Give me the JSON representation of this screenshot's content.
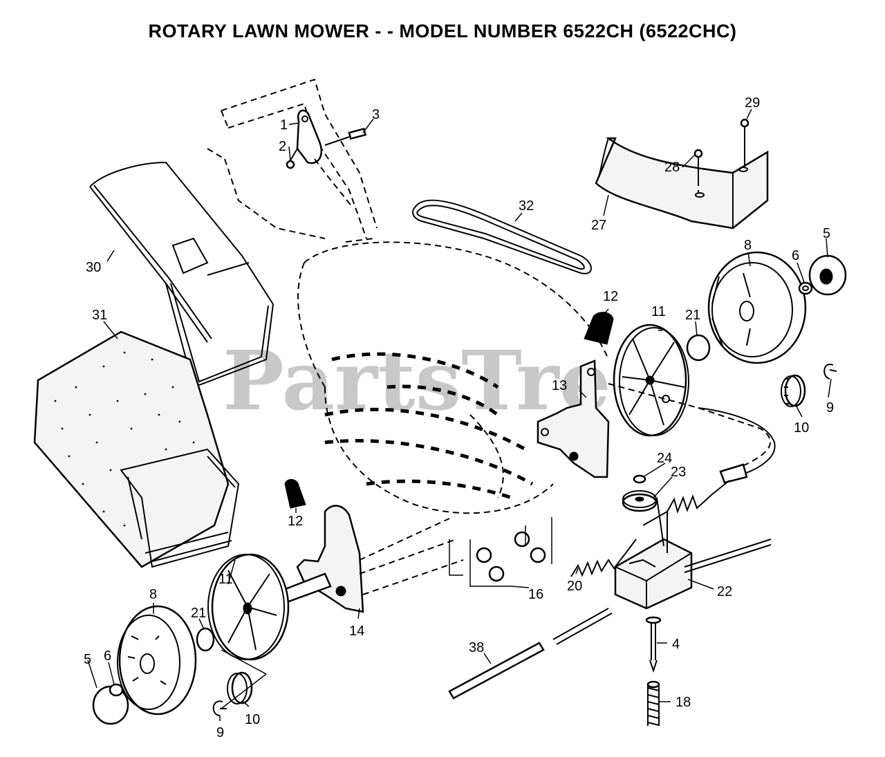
{
  "title": "ROTARY LAWN MOWER - - MODEL NUMBER 6522CH (6522CHC)",
  "watermark": "PartsTree",
  "watermark_mark": "™",
  "callouts": [
    {
      "id": "c1",
      "label": "1"
    },
    {
      "id": "c2",
      "label": "2"
    },
    {
      "id": "c3",
      "label": "3"
    },
    {
      "id": "c29",
      "label": "29"
    },
    {
      "id": "c28",
      "label": "28"
    },
    {
      "id": "c27",
      "label": "27"
    },
    {
      "id": "c32",
      "label": "32"
    },
    {
      "id": "c30",
      "label": "30"
    },
    {
      "id": "c31",
      "label": "31"
    },
    {
      "id": "c5r",
      "label": "5"
    },
    {
      "id": "c8r",
      "label": "8"
    },
    {
      "id": "c6r",
      "label": "6"
    },
    {
      "id": "c12a",
      "label": "12"
    },
    {
      "id": "c11r",
      "label": "11"
    },
    {
      "id": "c21r",
      "label": "21"
    },
    {
      "id": "c13",
      "label": "13"
    },
    {
      "id": "c9r",
      "label": "9"
    },
    {
      "id": "c10r",
      "label": "10"
    },
    {
      "id": "c24",
      "label": "24"
    },
    {
      "id": "c23",
      "label": "23"
    },
    {
      "id": "c12b",
      "label": "12"
    },
    {
      "id": "c20",
      "label": "20"
    },
    {
      "id": "c22",
      "label": "22"
    },
    {
      "id": "c16",
      "label": "16"
    },
    {
      "id": "c11l",
      "label": "11"
    },
    {
      "id": "c8l",
      "label": "8"
    },
    {
      "id": "c21l",
      "label": "21"
    },
    {
      "id": "c14",
      "label": "14"
    },
    {
      "id": "c4",
      "label": "4"
    },
    {
      "id": "c38",
      "label": "38"
    },
    {
      "id": "c5l",
      "label": "5"
    },
    {
      "id": "c6l",
      "label": "6"
    },
    {
      "id": "c18",
      "label": "18"
    },
    {
      "id": "c10l",
      "label": "10"
    },
    {
      "id": "c9l",
      "label": "9"
    }
  ],
  "colors": {
    "line": "#000000",
    "watermark": "#c8c8c8",
    "background": "#ffffff"
  },
  "icons": {
    "logo": "partstree-watermark"
  }
}
